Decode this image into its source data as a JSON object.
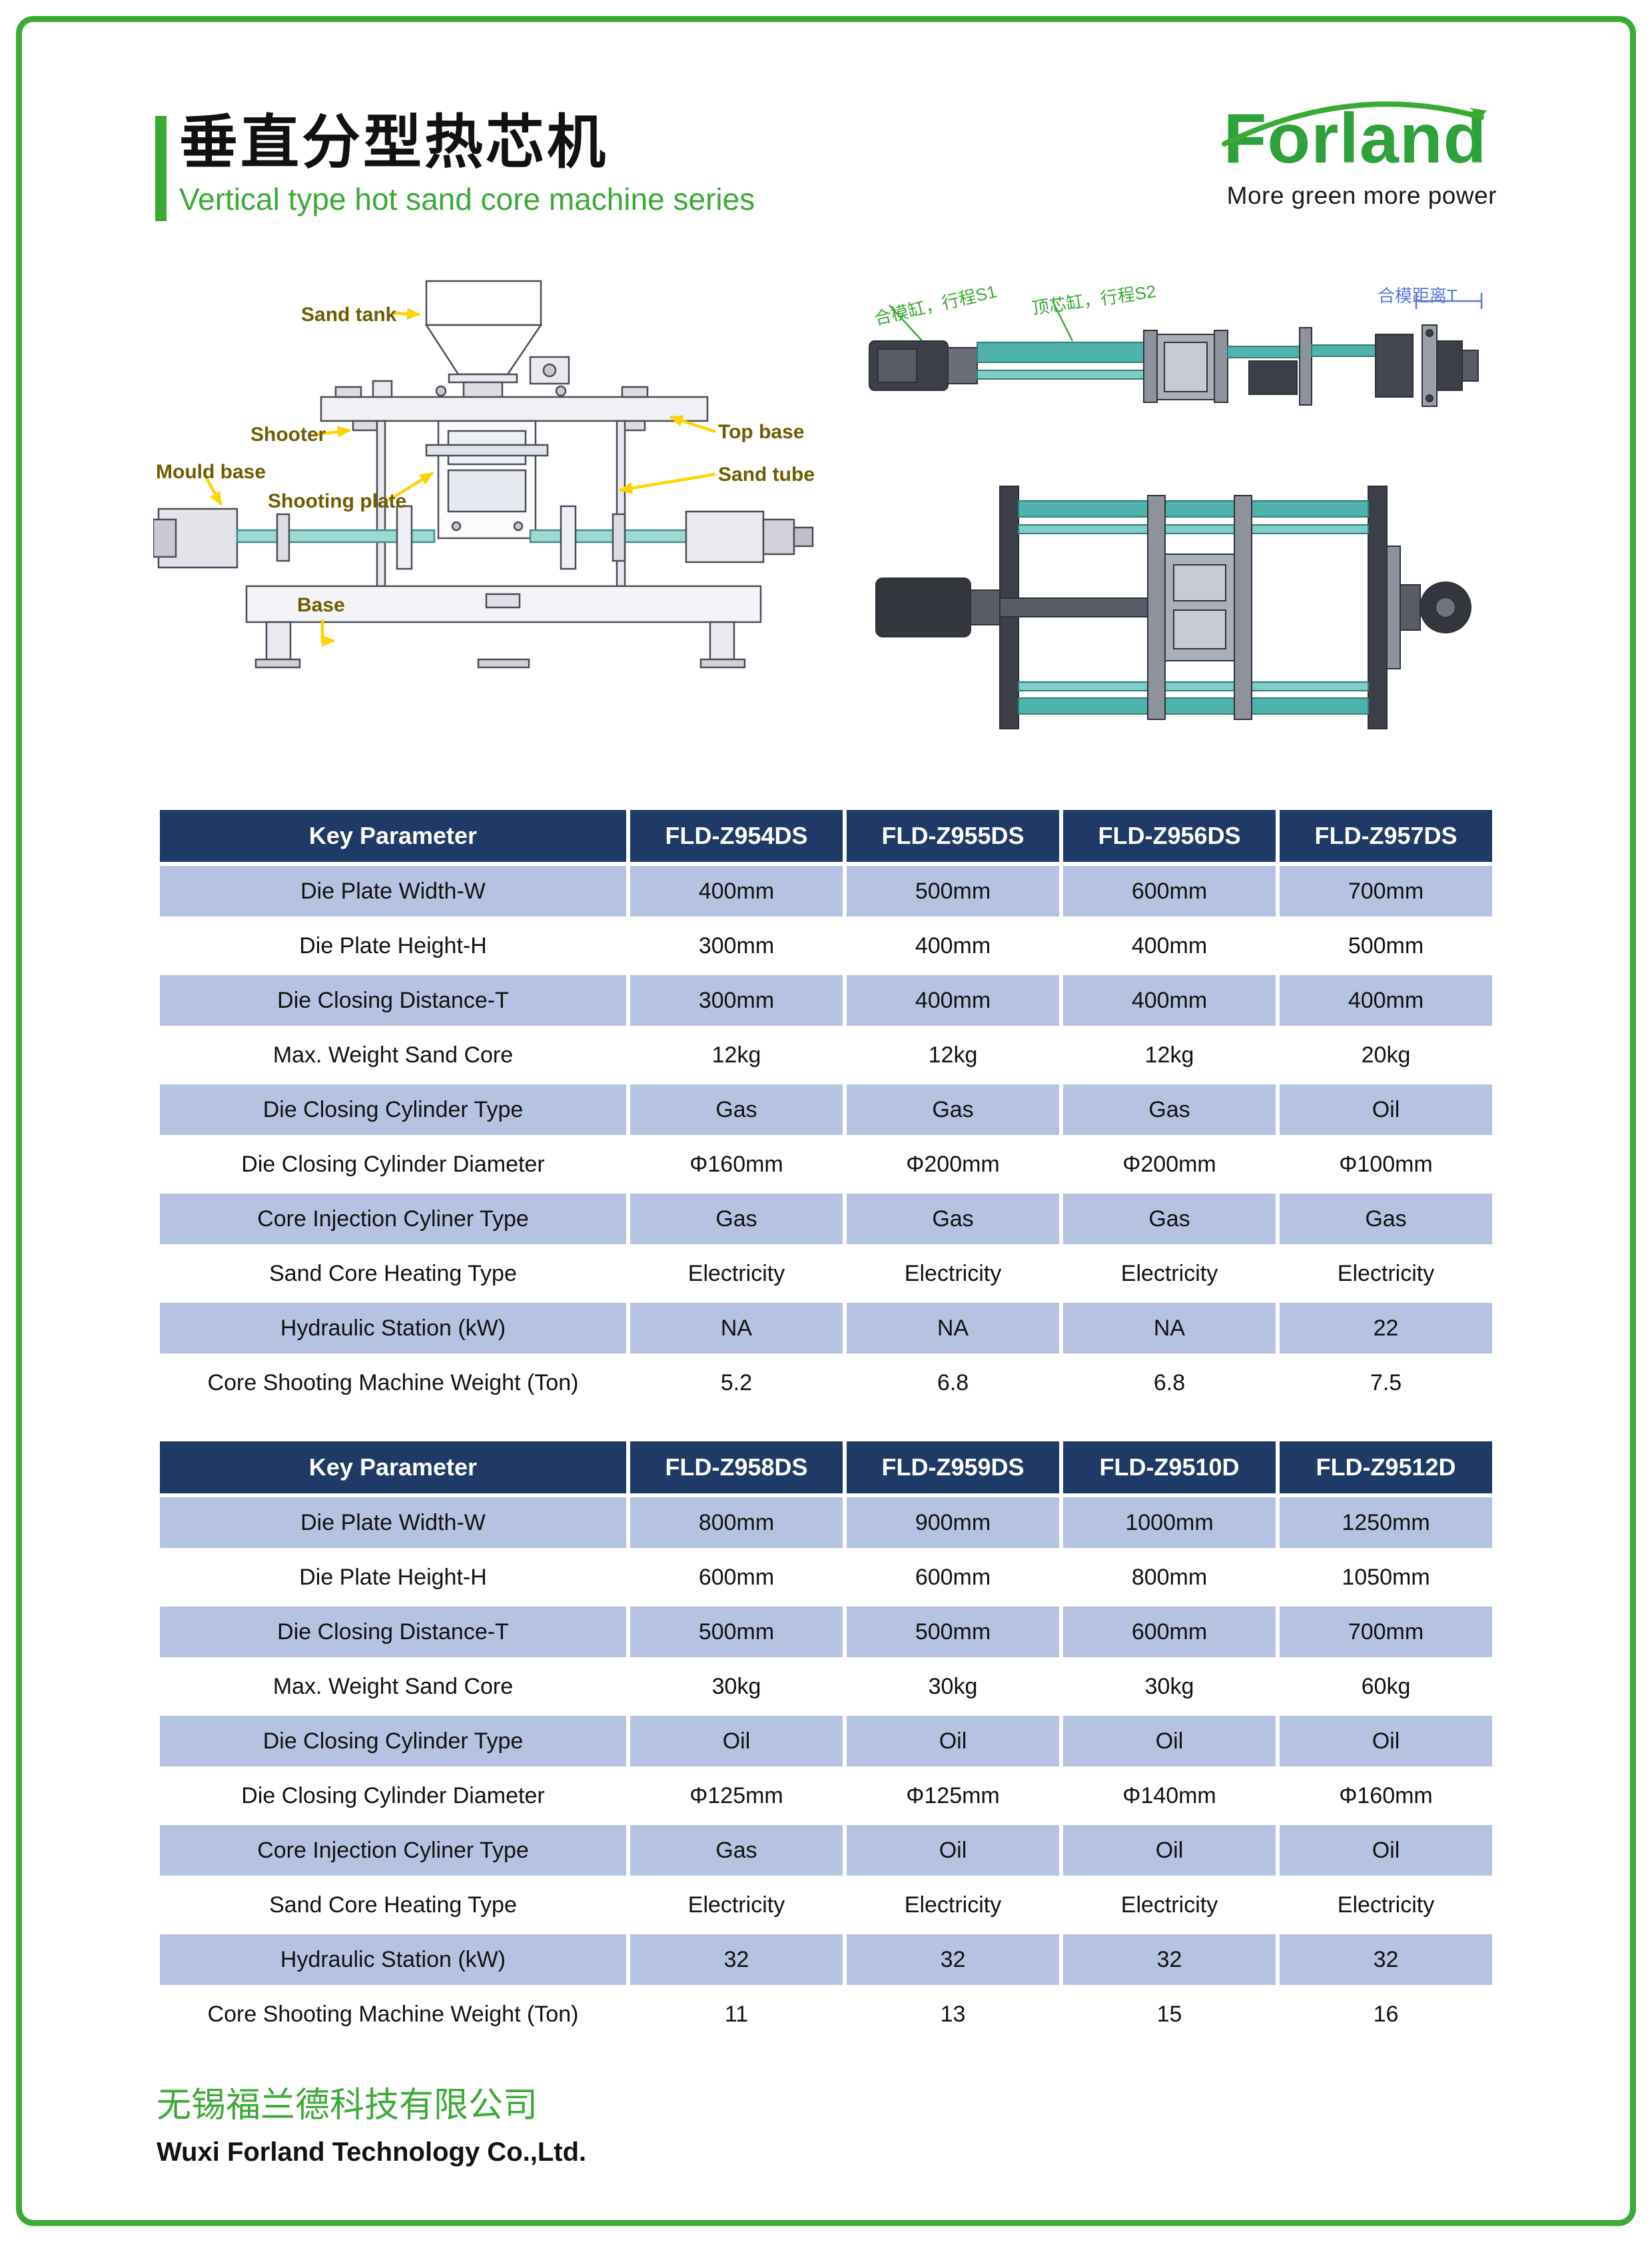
{
  "header": {
    "title_cn": "垂直分型热芯机",
    "subtitle_en": "Vertical type hot sand core machine series",
    "logo": {
      "text": "Forland",
      "tagline": "More green more power"
    }
  },
  "diagram": {
    "labels": {
      "sand_tank": "Sand tank",
      "shooter": "Shooter",
      "mould_base": "Mould base",
      "shooting_plate": "Shooting plate",
      "top_base": "Top base",
      "sand_tube": "Sand tube",
      "base": "Base"
    },
    "annotations": {
      "clamp_cylinder": "合模缸，行程S1",
      "eject_cylinder": "顶芯缸，行程S2",
      "closing_distance": "合模距离T"
    }
  },
  "tables": [
    {
      "header": [
        "Key Parameter",
        "FLD-Z954DS",
        "FLD-Z955DS",
        "FLD-Z956DS",
        "FLD-Z957DS"
      ],
      "rows": [
        [
          "Die Plate Width-W",
          "400mm",
          "500mm",
          "600mm",
          "700mm"
        ],
        [
          "Die Plate Height-H",
          "300mm",
          "400mm",
          "400mm",
          "500mm"
        ],
        [
          "Die Closing Distance-T",
          "300mm",
          "400mm",
          "400mm",
          "400mm"
        ],
        [
          "Max. Weight Sand Core",
          "12kg",
          "12kg",
          "12kg",
          "20kg"
        ],
        [
          "Die Closing Cylinder Type",
          "Gas",
          "Gas",
          "Gas",
          "Oil"
        ],
        [
          "Die Closing Cylinder Diameter",
          "Φ160mm",
          "Φ200mm",
          "Φ200mm",
          "Φ100mm"
        ],
        [
          "Core Injection Cyliner Type",
          "Gas",
          "Gas",
          "Gas",
          "Gas"
        ],
        [
          "Sand Core Heating Type",
          "Electricity",
          "Electricity",
          "Electricity",
          "Electricity"
        ],
        [
          "Hydraulic Station (kW)",
          "NA",
          "NA",
          "NA",
          "22"
        ],
        [
          "Core Shooting Machine Weight (Ton)",
          "5.2",
          "6.8",
          "6.8",
          "7.5"
        ]
      ]
    },
    {
      "header": [
        "Key Parameter",
        "FLD-Z958DS",
        "FLD-Z959DS",
        "FLD-Z9510D",
        "FLD-Z9512D"
      ],
      "rows": [
        [
          "Die Plate Width-W",
          "800mm",
          "900mm",
          "1000mm",
          "1250mm"
        ],
        [
          "Die Plate Height-H",
          "600mm",
          "600mm",
          "800mm",
          "1050mm"
        ],
        [
          "Die Closing Distance-T",
          "500mm",
          "500mm",
          "600mm",
          "700mm"
        ],
        [
          "Max. Weight Sand Core",
          "30kg",
          "30kg",
          "30kg",
          "60kg"
        ],
        [
          "Die Closing Cylinder Type",
          "Oil",
          "Oil",
          "Oil",
          "Oil"
        ],
        [
          "Die Closing Cylinder Diameter",
          "Φ125mm",
          "Φ125mm",
          "Φ140mm",
          "Φ160mm"
        ],
        [
          "Core Injection Cyliner Type",
          "Gas",
          "Oil",
          "Oil",
          "Oil"
        ],
        [
          "Sand Core Heating Type",
          "Electricity",
          "Electricity",
          "Electricity",
          "Electricity"
        ],
        [
          "Hydraulic Station (kW)",
          "32",
          "32",
          "32",
          "32"
        ],
        [
          "Core Shooting Machine Weight (Ton)",
          "11",
          "13",
          "15",
          "16"
        ]
      ]
    }
  ],
  "footer": {
    "company_cn": "无锡福兰德科技有限公司",
    "company_en": "Wuxi Forland Technology Co.,Ltd."
  },
  "colors": {
    "brand_green": "#3aaa35",
    "table_header_blue": "#1f3a66",
    "row_shade_blue": "#b6c2e1",
    "callout_yellow": "#ffd200",
    "dimension_blue": "#5b79d6"
  }
}
